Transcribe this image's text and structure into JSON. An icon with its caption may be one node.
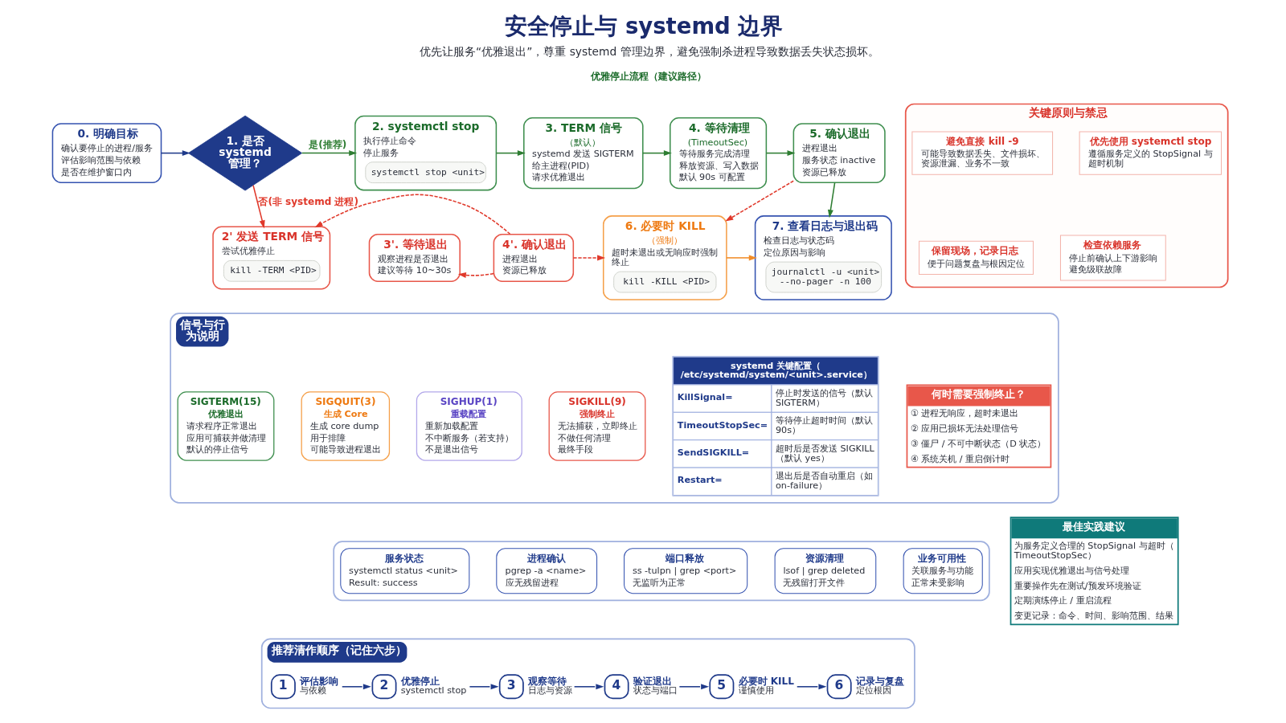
{
  "diagram": {
    "title": "安全停止与 systemd 边界",
    "caption": "优先让服务“优雅退出”，尊重 systemd 管理边界，避免强制杀进程导致数据丢失状态损坏。",
    "nodes": [
      {
        "text": [
          "0. 明确目标",
          "确认要停止的进程/服务",
          "评估影响范围与依赖",
          "是否在维护窗口内"
        ]
      },
      {
        "text": [
          "1. 是否 systemd 管理？"
        ]
      },
      {
        "text": [
          "2. systemctl stop",
          "执行停止命令",
          "停止服务",
          "systemctl stop <unit>"
        ]
      },
      {
        "text": [
          "3. TERM 信号",
          "（默认）",
          "systemd 发送 SIGTERM",
          "给主进程(PID)",
          "请求优雅退出"
        ]
      },
      {
        "text": [
          "4. 等待清理",
          "(TimeoutSec)",
          "等待服务完成清理",
          "释放资源、写入数据",
          "默认 90s 可配置"
        ]
      },
      {
        "text": [
          "5. 确认退出",
          "进程退出",
          "服务状态 inactive",
          "资源已释放"
        ]
      },
      {
        "text": [
          "关键原则与禁忌"
        ]
      },
      {
        "text": [
          "避免直接 kill -9",
          "可能导致数据丢失、文件损坏、资源泄漏、业务不一致"
        ],
        "in": 6
      },
      {
        "text": [
          "优先使用 systemctl stop",
          "遵循服务定义的 StopSignal 与超时机制"
        ],
        "in": 6
      },
      {
        "text": [
          "保留现场，记录日志",
          "便于问题复盘与根因定位"
        ],
        "in": 6
      },
      {
        "text": [
          "检查依赖服务",
          "停止前确认上下游影响",
          "避免级联故障"
        ],
        "in": 6
      },
      {
        "text": [
          "2' 发送 TERM 信号",
          "尝试优雅停止",
          "kill -TERM <PID>"
        ]
      },
      {
        "text": [
          "3'. 等待退出",
          "观察进程是否退出",
          "建议等待 10~30s"
        ]
      },
      {
        "text": [
          "4'. 确认退出",
          "进程退出",
          "资源已释放"
        ]
      },
      {
        "text": [
          "6. 必要时 KILL",
          "（强制）",
          "超时未退出或无响应时强制终止",
          "kill -KILL <PID>"
        ]
      },
      {
        "text": [
          "7. 查看日志与退出码",
          "检查日志与状态码",
          "定位原因与影响",
          "journalctl -u <unit> --no-pager -n 100"
        ]
      },
      {
        "text": [
          "信号与行为说明"
        ]
      },
      {
        "text": [
          "SIGTERM(15)",
          "优雅退出",
          "请求程序正常退出",
          "应用可捕获并做清理",
          "默认的停止信号"
        ],
        "in": 16
      },
      {
        "text": [
          "SIGQUIT(3)",
          "生成 Core",
          "生成 core dump",
          "用于排障",
          "可能导致进程退出"
        ],
        "in": 16
      },
      {
        "text": [
          "SIGHUP(1)",
          "重载配置",
          "重新加载配置",
          "不中断服务（若支持）",
          "不是退出信号"
        ],
        "in": 16
      },
      {
        "text": [
          "SIGKILL(9)",
          "强制终止",
          "无法捕获，立即终止",
          "不做任何清理",
          "最终手段"
        ],
        "in": 16
      },
      {
        "text": [
          "systemd 关键配置（/etc/systemd/system/<unit>.service）",
          "KillSignal=",
          "停止时发送的信号（默认 SIGTERM）",
          "TimeoutStopSec=",
          "等待停止超时时间（默认 90s）",
          "SendSIGKILL=",
          "超时后是否发送 SIGKILL（默认 yes）",
          "Restart=",
          "退出后是否自动重启（如 on-failure）"
        ],
        "in": 16
      },
      {
        "text": [
          "何时需要强制终止？",
          "① 进程无响应，超时未退出",
          "② 应用已损坏无法处理信号",
          "③ 僵尸 / 不可中断状态（D 状态）",
          "④ 系统关机 / 重启倒计时"
        ],
        "in": 16
      },
      {
        "text": [],
        "shape": "box"
      },
      {
        "text": [
          "服务状态",
          "systemctl status <unit>",
          "Result: success"
        ],
        "in": 23
      },
      {
        "text": [
          "进程确认",
          "pgrep -a <name>",
          "应无残留进程"
        ],
        "in": 23
      },
      {
        "text": [
          "端口释放",
          "ss -tulpn | grep <port>",
          "无监听为正常"
        ],
        "in": 23
      },
      {
        "text": [
          "资源清理",
          "lsof | grep deleted",
          "无残留打开文件"
        ],
        "in": 23
      },
      {
        "text": [
          "业务可用性",
          "关联服务与功能",
          "正常未受影响"
        ],
        "in": 23
      },
      {
        "text": [
          "推荐清作顺序（记住六步）"
        ]
      },
      {
        "text": [
          "1"
        ],
        "beside": [
          "评估影响",
          "与依赖"
        ],
        "in": 29
      },
      {
        "text": [
          "2"
        ],
        "beside": [
          "优雅停止",
          "systemctl stop"
        ],
        "in": 29
      },
      {
        "text": [
          "3"
        ],
        "beside": [
          "观察等待",
          "日志与资源"
        ],
        "in": 29
      },
      {
        "text": [
          "4"
        ],
        "beside": [
          "验证退出",
          "状态与端口"
        ],
        "in": 29
      },
      {
        "text": [
          "5"
        ],
        "beside": [
          "必要时 KILL",
          "谨慎使用"
        ],
        "in": 29
      },
      {
        "text": [
          "6"
        ],
        "beside": [
          "记录与复盘",
          "定位根因"
        ],
        "in": 29
      },
      {
        "text": [
          "最佳实践建议",
          "为服务定义合理的 StopSignal 与超时（TimeoutStopSec）",
          "应用实现优雅退出与信号处理",
          "重要操作先在测试/预发环境验证",
          "定期演练停止 / 重启流程",
          "变更记录：命令、时间、影响范围、结果"
        ]
      }
    ],
    "edges": [
      {
        "from": 0,
        "to": 1,
        "arrow": "to"
      },
      {
        "from": 1,
        "to": 2,
        "arrow": "to",
        "label": "是(推荐)",
        "color": "#2e7d32"
      },
      {
        "from": 1,
        "to": 11,
        "arrow": "to",
        "label": "否(非 systemd 进程)",
        "color": "#e0392b"
      },
      {
        "from": 2,
        "to": 3,
        "arrow": "to",
        "color": "#2e7d32"
      },
      {
        "from": 3,
        "to": 4,
        "arrow": "to",
        "color": "#2e7d32"
      },
      {
        "from": 4,
        "to": 5,
        "arrow": "to",
        "color": "#2e7d32"
      },
      {
        "from": 5,
        "to": 15,
        "arrow": "to",
        "color": "#2e7d32"
      },
      {
        "from": 5,
        "to": 14,
        "arrow": "to",
        "style": "dashed",
        "color": "#e0392b"
      },
      {
        "from": 13,
        "to": 11,
        "arrow": "to",
        "style": "dashed",
        "color": "#e0392b"
      },
      {
        "from": 13,
        "to": 12,
        "arrow": "to",
        "style": "dashed",
        "color": "#e0392b"
      },
      {
        "from": 13,
        "to": 14,
        "arrow": "to",
        "style": "dashed",
        "color": "#e0392b"
      },
      {
        "from": 14,
        "to": 15,
        "arrow": "to",
        "color": "#f28c28"
      },
      {
        "from": 30,
        "to": 31,
        "arrow": "to"
      },
      {
        "from": 31,
        "to": 32,
        "arrow": "to"
      },
      {
        "from": 32,
        "to": 33,
        "arrow": "to"
      },
      {
        "from": 33,
        "to": 34,
        "arrow": "to"
      },
      {
        "from": 34,
        "to": 35,
        "arrow": "to"
      }
    ],
    "labels": [
      "优雅停止流程（建议路径）"
    ]
  }
}
